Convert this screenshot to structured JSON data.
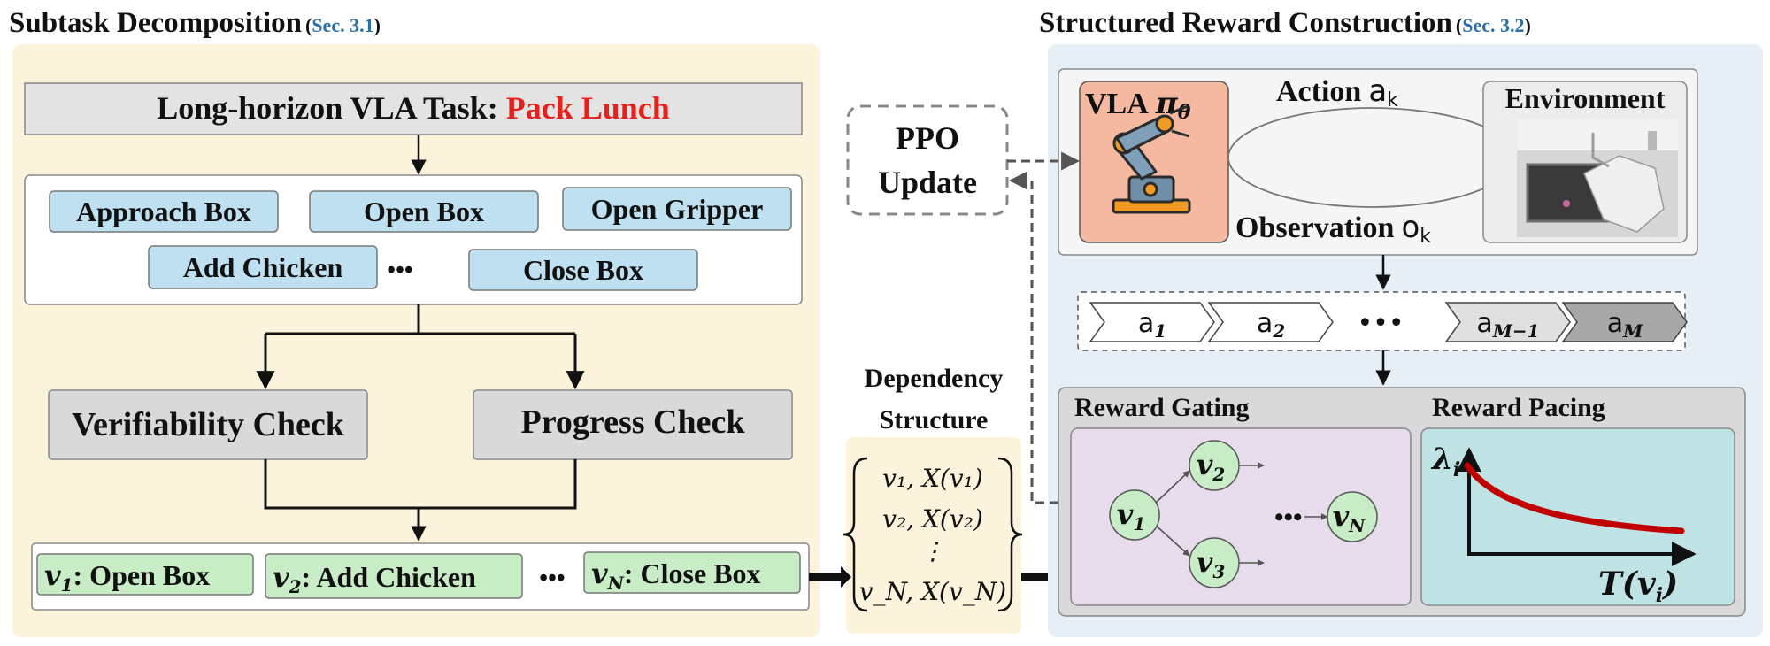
{
  "left": {
    "title": "Subtask Decomposition",
    "section": "Sec. 3.1",
    "task_prefix": "Long-horizon VLA Task: ",
    "task_name": "Pack Lunch",
    "subtasks": [
      "Approach Box",
      "Open Box",
      "Open Gripper",
      "Add Chicken",
      "Close Box"
    ],
    "subtask_ellipsis": "•••",
    "checks": [
      "Verifiability Check",
      "Progress Check"
    ],
    "nodes": [
      {
        "sym": "v",
        "sub": "1",
        "label": ": Open Box"
      },
      {
        "sym": "v",
        "sub": "2",
        "label": ": Add Chicken"
      },
      {
        "sym": "v",
        "sub": "N",
        "label": ": Close Box"
      }
    ],
    "nodes_ellipsis": "•••"
  },
  "middle": {
    "ppo": [
      "PPO",
      "Update"
    ],
    "dependency_title": [
      "Dependency",
      "Structure"
    ],
    "set_rows": [
      "v₁, X(v₁)",
      "v₂, X(v₂)",
      "⋮",
      "v_N, X(v_N)"
    ]
  },
  "right": {
    "title": "Structured Reward Construction",
    "section": "Sec. 3.2",
    "vla_label": "VLA",
    "policy_symbol": "π",
    "policy_sub": "θ",
    "environment": "Environment",
    "action_label": "Action",
    "action_var": "a",
    "action_sub": "k",
    "observation_label": "Observation",
    "observation_var": "o",
    "observation_sub": "k",
    "action_seq": [
      {
        "var": "a",
        "sub": "1"
      },
      {
        "var": "a",
        "sub": "2"
      },
      {
        "var": "•••",
        "sub": ""
      },
      {
        "var": "a",
        "sub": "M−1"
      },
      {
        "var": "a",
        "sub": "M"
      }
    ],
    "gating_title": "Reward Gating",
    "pacing_title": "Reward Pacing",
    "graph_nodes": [
      {
        "var": "v",
        "sub": "1"
      },
      {
        "var": "v",
        "sub": "2"
      },
      {
        "var": "v",
        "sub": "3"
      },
      {
        "var": "v",
        "sub": "N"
      }
    ],
    "graph_ellipsis": "•••",
    "pacing_y": "λ",
    "pacing_y_sub": "i",
    "pacing_x": "T(v",
    "pacing_x_sub": "i",
    "pacing_x_close": ")"
  },
  "colors": {
    "section_blue": "#2e6ea6",
    "task_red": "#e8201c",
    "left_panel": "#fbf3dc",
    "right_panel": "#e6eef6",
    "subtask_fill": "#bfe0f0",
    "node_fill": "#c8ecc6",
    "check_fill": "#d9d9d9",
    "vla_fill": "#f4b9a0",
    "gating_fill": "#e6dcec",
    "pacing_fill": "#bfe2e4",
    "curve": "#c00000"
  }
}
